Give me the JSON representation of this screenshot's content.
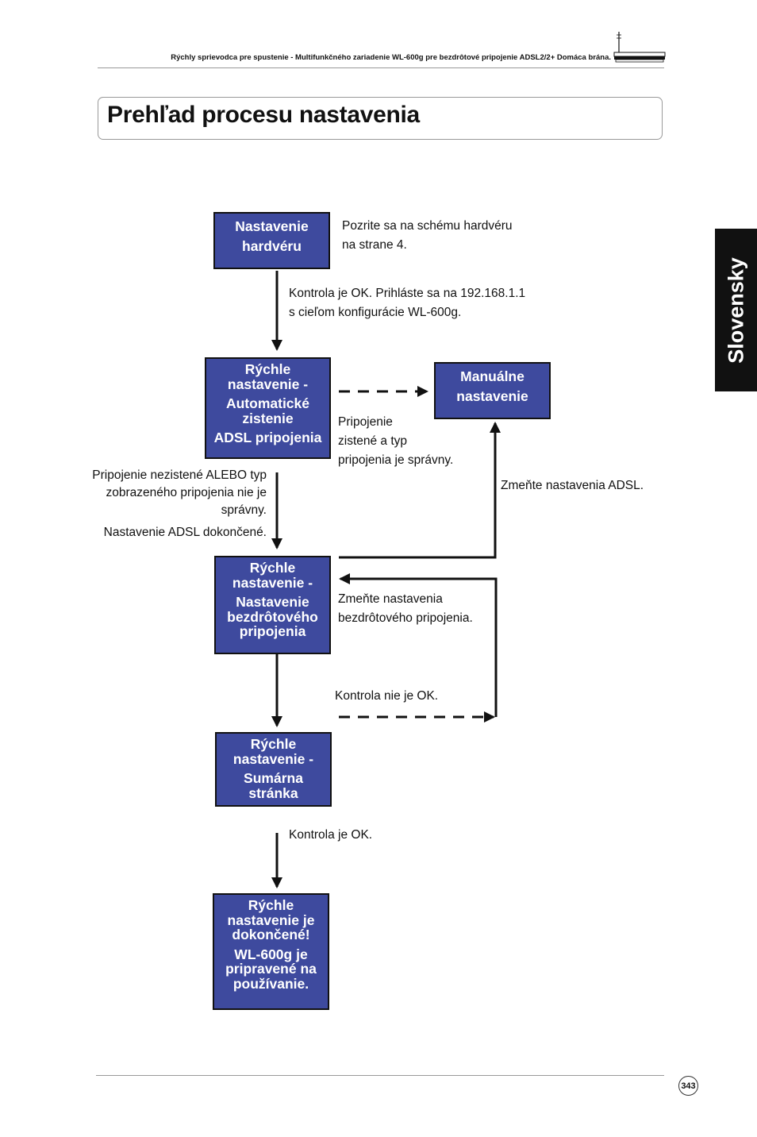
{
  "header": {
    "text": "Rýchly sprievodca pre spustenie - Multifunkčného zariadenie WL-600g pre bezdrôtové pripojenie ADSL2/2+ Domáca brána."
  },
  "title": "Prehľad procesu nastavenia",
  "side_tab": "Slovensky",
  "boxes": {
    "hardware": [
      "Nastavenie",
      "hardvéru"
    ],
    "auto": [
      "Rýchle",
      "nastavenie -",
      "Automatické",
      "zistenie",
      "ADSL pripojenia"
    ],
    "manual": [
      "Manuálne",
      "nastavenie"
    ],
    "wireless": [
      "Rýchle",
      "nastavenie -",
      "Nastavenie",
      "bezdrôtového",
      "pripojenia"
    ],
    "summary": [
      "Rýchle",
      "nastavenie -",
      "Sumárna",
      "stránka"
    ],
    "done": [
      "Rýchle",
      "nastavenie je",
      "dokončené!",
      "WL-600g je",
      "pripravené na",
      "používanie."
    ]
  },
  "labels": {
    "hw_ref": [
      "Pozrite sa na schému hardvéru",
      "na strane 4."
    ],
    "login": [
      "Kontrola je OK. Prihláste sa na 192.168.1.1",
      "s cieľom konfigurácie WL-600g."
    ],
    "detected": [
      "Pripojenie",
      "zistené a typ",
      "pripojenia je správny."
    ],
    "not_detected": [
      "Pripojenie nezistené ALEBO typ",
      "zobrazeného pripojenia nie je",
      "správny."
    ],
    "adsl_done": "Nastavenie ADSL dokončené.",
    "change_adsl": "Zmeňte nastavenia ADSL.",
    "change_wireless": [
      "Zmeňte nastavenia",
      "bezdrôtového pripojenia."
    ],
    "check_not_ok": "Kontrola nie je OK.",
    "check_ok": "Kontrola je OK."
  },
  "page_number": "343"
}
